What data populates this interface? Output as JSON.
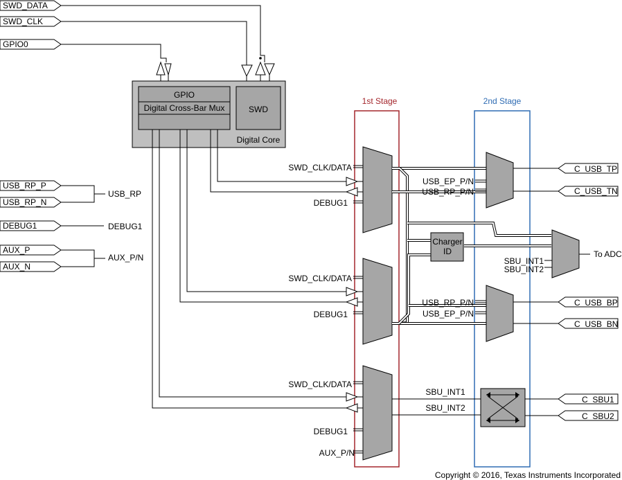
{
  "inputs": {
    "swd_data": "SWD_DATA",
    "swd_clk": "SWD_CLK",
    "gpio0": "GPIO0",
    "usb_rp_p": "USB_RP_P",
    "usb_rp_n": "USB_RP_N",
    "debug1": "DEBUG1",
    "aux_p": "AUX_P",
    "aux_n": "AUX_N"
  },
  "net_labels": {
    "usb_rp": "USB_RP",
    "debug1": "DEBUG1",
    "aux_pn": "AUX_P/N"
  },
  "core": {
    "gpio": "GPIO",
    "crossbar": "Digital Cross-Bar Mux",
    "swd": "SWD",
    "digital_core": "Digital Core"
  },
  "stages": {
    "first": "1st Stage",
    "second": "2nd Stage"
  },
  "mux_labels": {
    "swd_clk_data": "SWD_CLK/DATA",
    "debug1": "DEBUG1",
    "aux_pn": "AUX_P/N",
    "usb_ep_pn": "USB_EP_P/N",
    "usb_rp_pn": "USB_RP_P/N",
    "sbu_int1": "SBU_INT1",
    "sbu_int2": "SBU_INT2"
  },
  "charger_id": {
    "line1": "Charger",
    "line2": "ID"
  },
  "adc": {
    "to_adc": "To ADC"
  },
  "outputs": {
    "c_usb_tp": "C_USB_TP",
    "c_usb_tn": "C_USB_TN",
    "c_usb_bp": "C_USB_BP",
    "c_usb_bn": "C_USB_BN",
    "c_sbu1": "C_SBU1",
    "c_sbu2": "C_SBU2"
  },
  "copyright": "Copyright © 2016, Texas Instruments Incorporated",
  "colors": {
    "first_stage": "#a4262c",
    "second_stage": "#2f6cb3",
    "block_fill": "#bfbfbf",
    "mux_fill": "#a6a6a6"
  }
}
